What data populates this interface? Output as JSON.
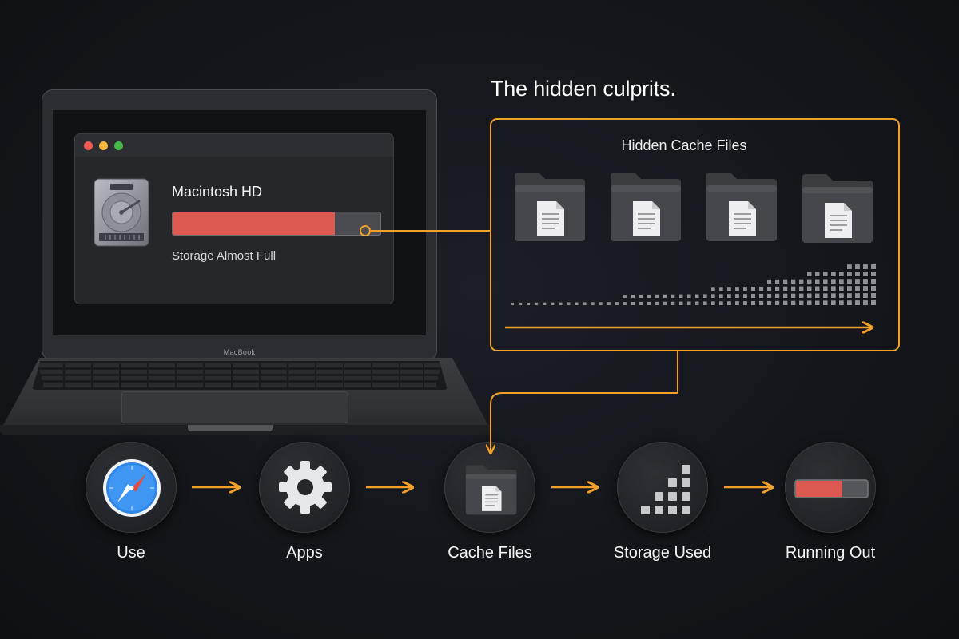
{
  "heading": "The hidden culprits.",
  "laptop": {
    "brand": "MacBook"
  },
  "window": {
    "drive_name": "Macintosh HD",
    "status": "Storage Almost Full",
    "usage_fraction": 0.78,
    "colors": {
      "used": "#dd5a52",
      "free": "#4a4c51"
    }
  },
  "cache_panel": {
    "title": "Hidden Cache Files",
    "folder_count": 4,
    "icon": "folder-document-icon",
    "accent": "#f1a02a"
  },
  "flow": {
    "steps": [
      {
        "label": "Use",
        "icon": "compass-icon"
      },
      {
        "label": "Apps",
        "icon": "gear-icon"
      },
      {
        "label": "Cache Files",
        "icon": "folder-icon"
      },
      {
        "label": "Storage Used",
        "icon": "blocks-icon"
      },
      {
        "label": "Running Out",
        "icon": "storage-bar-icon"
      }
    ],
    "running_out_fraction": 0.65,
    "arrow_color": "#f1a02a"
  }
}
